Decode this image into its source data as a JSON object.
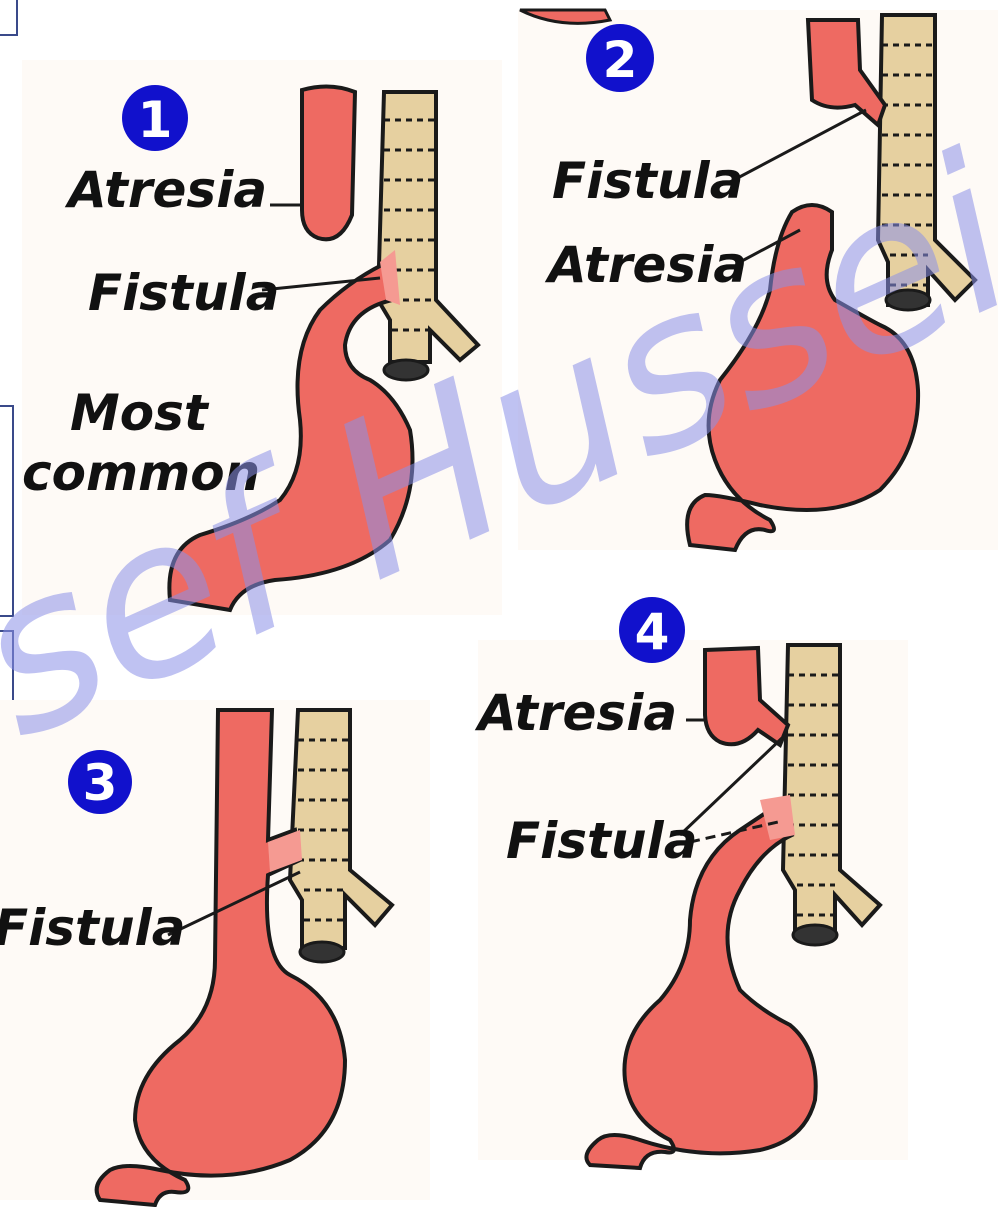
{
  "panels": [
    {
      "number": "1",
      "labels": {
        "atresia": "Atresia",
        "fistula": "Fistula",
        "note_line1": "Most",
        "note_line2": "common"
      }
    },
    {
      "number": "2",
      "labels": {
        "fistula": "Fistula",
        "atresia": "Atresia"
      }
    },
    {
      "number": "3",
      "labels": {
        "fistula": "Fistula"
      }
    },
    {
      "number": "4",
      "labels": {
        "atresia": "Atresia",
        "fistula": "Fistula"
      }
    }
  ],
  "watermark": "sef Hussein",
  "colors": {
    "esophagus": "#ee6a62",
    "esophagus_highlight": "#f59a92",
    "trachea": "#e6d0a0",
    "outline": "#1a1a1a",
    "badge": "#1111cc",
    "panel_bg": "#fefaf6"
  }
}
